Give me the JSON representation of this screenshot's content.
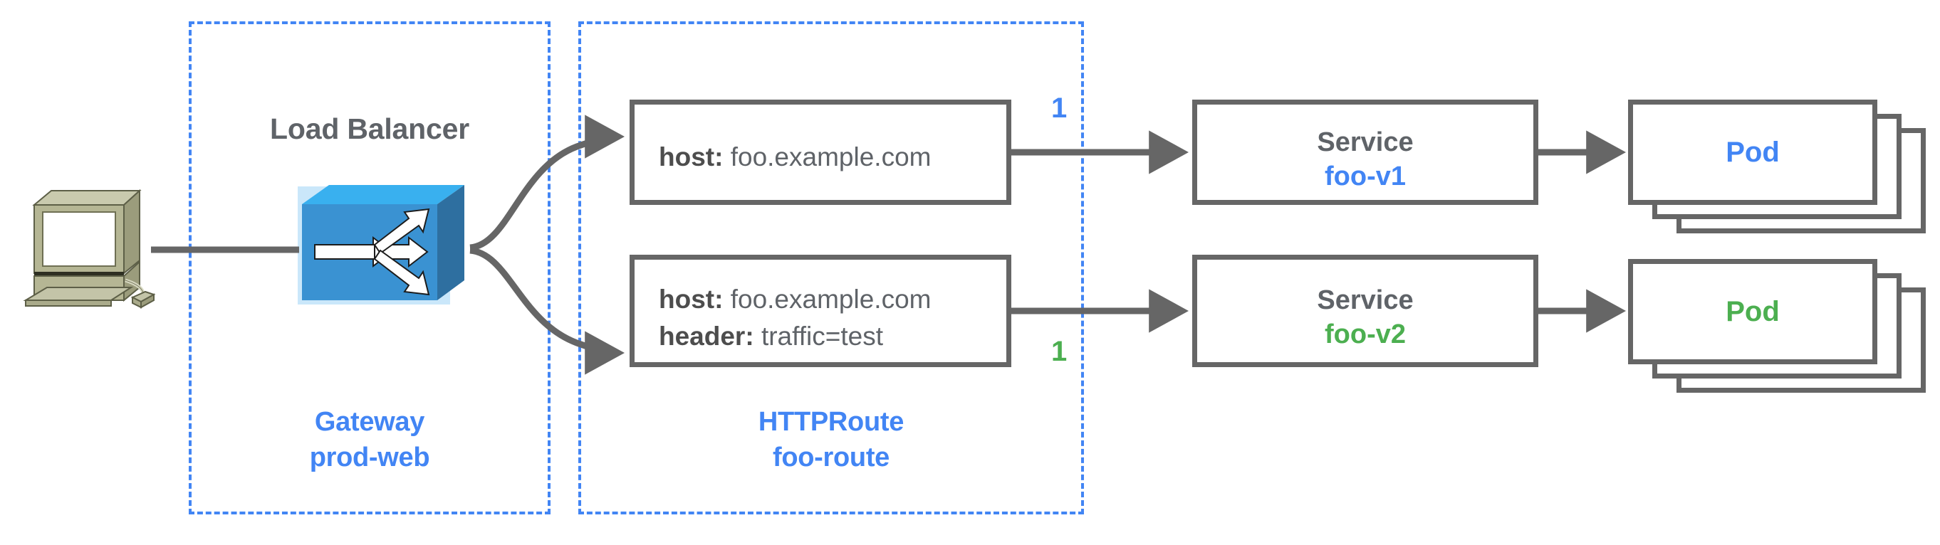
{
  "diagram": {
    "title": "Kubernetes Gateway API traffic split diagram",
    "colors": {
      "blue": "#4285f4",
      "green": "#4caf50",
      "gray": "#5f6368",
      "stroke": "#666666",
      "lb_blue": "#3a92d2",
      "computer_beige": "#b5b694"
    }
  },
  "client": {
    "icon": "desktop-computer-icon"
  },
  "gateway_scope": {
    "label_line1": "Gateway",
    "label_line2": "prod-web"
  },
  "httproute_scope": {
    "label_line1": "HTTPRoute",
    "label_line2": "foo-route"
  },
  "load_balancer": {
    "title": "Load Balancer",
    "icon": "load-balancer-switch-icon"
  },
  "routes": [
    {
      "id": "route-1",
      "lines": [
        {
          "key": "host:",
          "value": "foo.example.com"
        }
      ],
      "weight": "1",
      "weight_color": "#4285f4"
    },
    {
      "id": "route-2",
      "lines": [
        {
          "key": "host:",
          "value": "foo.example.com"
        },
        {
          "key": "header:",
          "value": "traffic=test"
        }
      ],
      "weight": "1",
      "weight_color": "#4caf50"
    }
  ],
  "services": [
    {
      "id": "service-foo-v1",
      "kind": "Service",
      "name": "foo-v1",
      "name_color": "#4285f4"
    },
    {
      "id": "service-foo-v2",
      "kind": "Service",
      "name": "foo-v2",
      "name_color": "#4caf50"
    }
  ],
  "pods": [
    {
      "id": "pod-stack-v1",
      "label": "Pod",
      "label_color": "#4285f4",
      "count": 3
    },
    {
      "id": "pod-stack-v2",
      "label": "Pod",
      "label_color": "#4caf50",
      "count": 3
    }
  ]
}
